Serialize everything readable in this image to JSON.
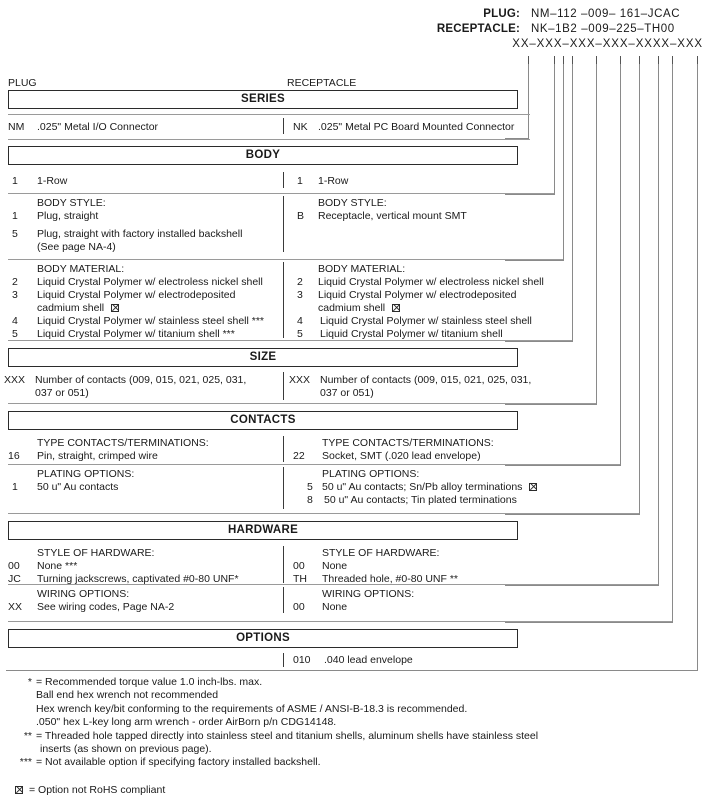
{
  "part_number": {
    "plug_label": "PLUG:",
    "plug_value": "NM–112 –009– 161–JCAC",
    "receptacle_label": "RECEPTACLE:",
    "receptacle_value": "NK–1B2 –009–225–TH00",
    "mask_value": "XX–XXX–XXX–XXX–XXXX–XXX"
  },
  "columns": {
    "left": "PLUG",
    "right": "RECEPTACLE"
  },
  "sections": {
    "series": {
      "title": "SERIES",
      "left": {
        "code": "NM",
        "text": ".025\" Metal I/O Connector"
      },
      "right": {
        "code": "NK",
        "text": ".025\" Metal PC Board Mounted Connector"
      }
    },
    "body": {
      "title": "BODY",
      "row": {
        "left": {
          "code": "1",
          "text": "1-Row"
        },
        "right": {
          "code": "1",
          "text": "1-Row"
        }
      },
      "body_style": {
        "heading": "BODY STYLE:",
        "left": [
          {
            "code": "1",
            "text": "Plug, straight"
          },
          {
            "code": "5",
            "text": "Plug, straight with factory installed backshell"
          },
          {
            "code": "",
            "text": "(See page NA-4)"
          }
        ],
        "right": [
          {
            "code": "B",
            "text": "Receptacle, vertical mount SMT"
          }
        ]
      },
      "body_material": {
        "heading": "BODY MATERIAL:",
        "left": [
          {
            "code": "2",
            "text": "Liquid Crystal Polymer w/ electroless nickel shell"
          },
          {
            "code": "3",
            "text": "Liquid Crystal Polymer w/ electrodeposited"
          },
          {
            "code": "",
            "text": "cadmium shell",
            "rohs": true
          },
          {
            "code": "4",
            "text": "Liquid Crystal Polymer w/ stainless steel shell ***"
          },
          {
            "code": "5",
            "text": "Liquid Crystal Polymer w/ titanium shell ***"
          }
        ],
        "right": [
          {
            "code": "2",
            "text": "Liquid Crystal Polymer w/ electroless nickel shell"
          },
          {
            "code": "3",
            "text": "Liquid Crystal Polymer w/ electrodeposited"
          },
          {
            "code": "",
            "text": "cadmium shell",
            "rohs": true
          },
          {
            "code": "4",
            "text": "Liquid Crystal Polymer w/ stainless steel shell"
          },
          {
            "code": "5",
            "text": "Liquid Crystal Polymer w/ titanium shell"
          }
        ]
      }
    },
    "size": {
      "title": "SIZE",
      "left": {
        "code": "XXX",
        "line1": "Number of contacts (009, 015, 021, 025, 031,",
        "line2": "037 or 051)"
      },
      "right": {
        "code": "XXX",
        "line1": "Number of contacts (009, 015, 021, 025, 031,",
        "line2": "037 or 051)"
      }
    },
    "contacts": {
      "title": "CONTACTS",
      "type": {
        "heading": "TYPE CONTACTS/TERMINATIONS:",
        "left": [
          {
            "code": "16",
            "text": "Pin, straight, crimped wire"
          }
        ],
        "right": [
          {
            "code": "22",
            "text": "Socket, SMT (.020 lead envelope)"
          }
        ]
      },
      "plating": {
        "heading": "PLATING OPTIONS:",
        "left": [
          {
            "code": "1",
            "text": "50 u\" Au contacts"
          }
        ],
        "right": [
          {
            "code": "5",
            "text": "50 u\" Au contacts; Sn/Pb alloy terminations",
            "rohs": true
          },
          {
            "code": "8",
            "text": "50 u\" Au contacts; Tin plated terminations"
          }
        ]
      }
    },
    "hardware": {
      "title": "HARDWARE",
      "style": {
        "heading": "STYLE OF HARDWARE:",
        "left": [
          {
            "code": "00",
            "text": "None  ***"
          },
          {
            "code": "JC",
            "text": "Turning jackscrews, captivated #0-80 UNF*"
          }
        ],
        "right": [
          {
            "code": "00",
            "text": "None"
          },
          {
            "code": "TH",
            "text": "Threaded hole, #0-80 UNF  **"
          }
        ]
      },
      "wiring": {
        "heading": "WIRING OPTIONS:",
        "left": [
          {
            "code": "XX",
            "text": "See wiring codes, Page NA-2"
          }
        ],
        "right": [
          {
            "code": "00",
            "text": "None"
          }
        ]
      }
    },
    "options": {
      "title": "OPTIONS",
      "right": [
        {
          "code": "010",
          "text": ".040 lead envelope"
        }
      ]
    }
  },
  "footnotes": [
    {
      "mark": "*",
      "lines": [
        "= Recommended torque value 1.0 inch-lbs. max.",
        "Ball end hex wrench not recommended",
        "Hex wrench key/bit conforming to the requirements of ASME / ANSI-B-18.3 is recommended.",
        ".050\" hex L-key long arm wrench - order AirBorn p/n CDG14148."
      ]
    },
    {
      "mark": "**",
      "lines": [
        "= Threaded hole tapped directly into stainless steel and titanium shells, aluminum shells have stainless steel",
        "inserts (as shown on previous page)."
      ]
    },
    {
      "mark": "***",
      "lines": [
        "= Not available option if specifying factory installed backshell."
      ]
    }
  ],
  "rohs_note": "= Option not RoHS compliant"
}
